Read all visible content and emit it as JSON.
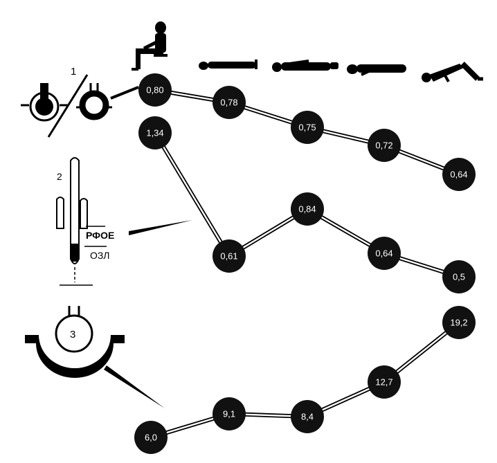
{
  "labels": {
    "one": "1",
    "two": "2",
    "three": "3",
    "rfoe": "РФОЕ",
    "ozl": "ОЗЛ"
  },
  "colors": {
    "node_fill": "#111111",
    "node_text": "#ffffff",
    "ink": "#000000",
    "paper": "#ffffff"
  },
  "icons": {
    "posture_icons": [
      "person-sitting-icon",
      "person-supine-icon",
      "person-supine-arms-icon",
      "person-head-down-icon",
      "person-knee-chest-icon"
    ]
  },
  "series": [
    {
      "id": "row-1",
      "values": [
        "0,80",
        "0,78",
        "0,75",
        "0,72",
        "0,64"
      ]
    },
    {
      "id": "row-2",
      "values": [
        "1,34",
        "0,61",
        "0,84",
        "0,64",
        "0,5"
      ]
    },
    {
      "id": "row-3",
      "values": [
        "6,0",
        "9,1",
        "8,4",
        "12,7",
        "19,2"
      ]
    }
  ]
}
